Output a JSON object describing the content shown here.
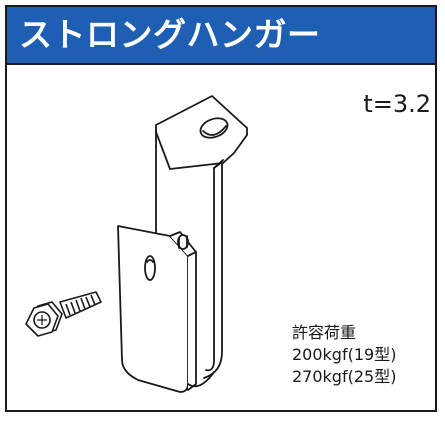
{
  "header": {
    "title": "ストロングハンガー",
    "color": "#1e5fb3"
  },
  "spec": {
    "thickness": "t=3.2"
  },
  "load": {
    "label": "許容荷重",
    "values": [
      "200kgf(19型)",
      "270kgf(25型)"
    ]
  },
  "illustration": {
    "parts": [
      "bolt-icon",
      "bracket-hanger"
    ]
  }
}
